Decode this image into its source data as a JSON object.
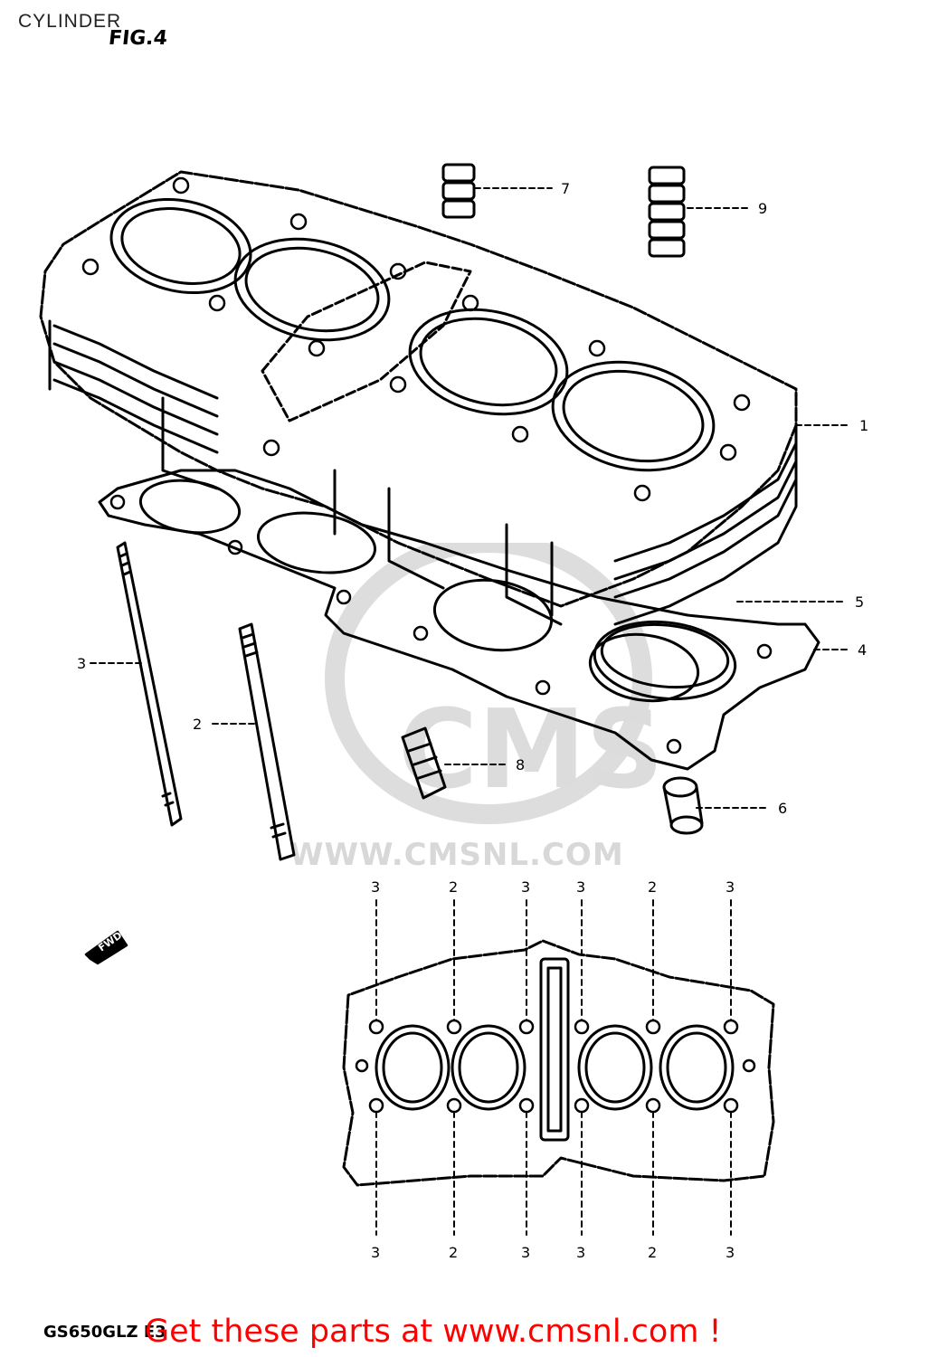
{
  "page": {
    "title": "CYLINDER",
    "figure_label": "FIG.4",
    "model_code": "GS650GLZ E3",
    "footer_cta": "Get these parts at www.cmsnl.com !",
    "watermark_text": "WWW.CMSNL.COM",
    "fwd_label": "FWD"
  },
  "callouts": [
    {
      "id": "1"
    },
    {
      "id": "2"
    },
    {
      "id": "3"
    },
    {
      "id": "4"
    },
    {
      "id": "5"
    },
    {
      "id": "6"
    },
    {
      "id": "7"
    },
    {
      "id": "8"
    },
    {
      "id": "9"
    }
  ],
  "bolt_pattern": {
    "top_labels": [
      "3",
      "2",
      "3",
      "3",
      "2",
      "3"
    ],
    "bottom_labels": [
      "3",
      "2",
      "3",
      "3",
      "2",
      "3"
    ]
  },
  "colors": {
    "line": "#000000",
    "footer": "#ff0000",
    "watermark": "#d8d8d8"
  }
}
